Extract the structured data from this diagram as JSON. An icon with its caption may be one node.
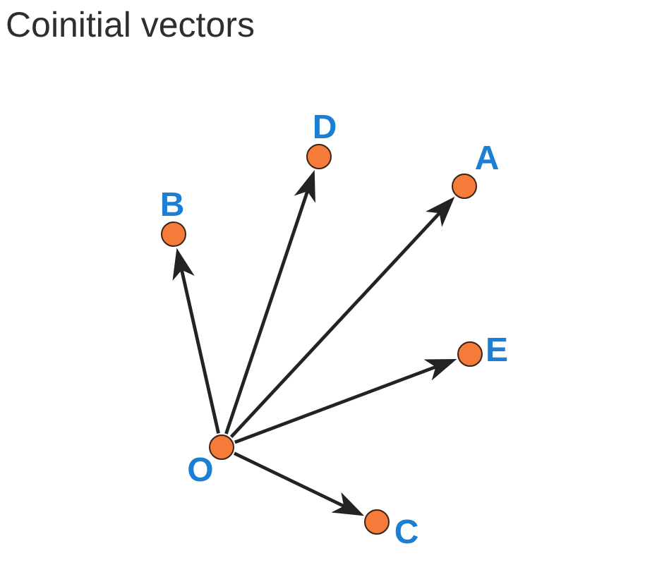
{
  "diagram": {
    "title": "Coinitial vectors",
    "nodes": [
      {
        "text": [],
        "shape": "circle",
        "beside": [
          "O"
        ]
      },
      {
        "text": [],
        "shape": "circle",
        "beside": [
          "B"
        ]
      },
      {
        "text": [],
        "shape": "circle",
        "beside": [
          "D"
        ]
      },
      {
        "text": [],
        "shape": "circle",
        "beside": [
          "A"
        ]
      },
      {
        "text": [],
        "shape": "circle",
        "beside": [
          "E"
        ]
      },
      {
        "text": [],
        "shape": "circle",
        "beside": [
          "C"
        ]
      }
    ],
    "edges": [
      {
        "from": 0,
        "to": 1,
        "arrow": "to"
      },
      {
        "from": 0,
        "to": 2,
        "arrow": "to"
      },
      {
        "from": 0,
        "to": 3,
        "arrow": "to"
      },
      {
        "from": 0,
        "to": 4,
        "arrow": "to"
      },
      {
        "from": 0,
        "to": 5,
        "arrow": "to"
      }
    ]
  }
}
